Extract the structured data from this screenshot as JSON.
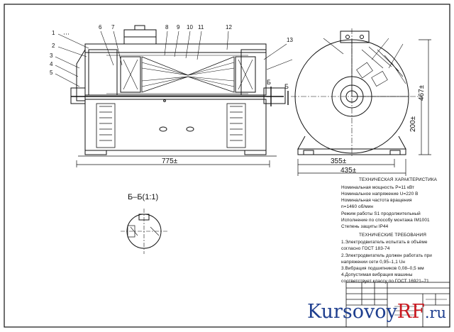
{
  "sheet": {
    "stroke": "#111111",
    "background": "#ffffff"
  },
  "side_view": {
    "dim_length": "775±",
    "leaders": [
      "1",
      "2",
      "3",
      "4",
      "5",
      "6",
      "7",
      "8",
      "9",
      "10",
      "11",
      "12",
      "13"
    ],
    "label_left_section": "Б",
    "label_left_section_2": "Б"
  },
  "end_view": {
    "dim_width_inner": "355±",
    "dim_width_outer": "435±",
    "dim_height_axis": "200±",
    "dim_height_total": "467±"
  },
  "section_view": {
    "title": "Б–Б(1:1)"
  },
  "tech_spec": {
    "title": "ТЕХНИЧЕСКАЯ ХАРАКТЕРИСТИКА",
    "lines": [
      "Номинальная мощность Р=11 кВт",
      "Номинальное напряжение U=220 В",
      "Номинальная частота вращения",
      "n=1460 об/мин",
      "Режим работы S1 продолжительный",
      "Исполнение по способу монтажа IМ1001",
      "Степень защиты IP44"
    ]
  },
  "tech_req": {
    "title": "ТЕХНИЧЕСКИЕ ТРЕБОВАНИЯ",
    "lines": [
      "1.Электродвигатель испытать в объёме",
      "согласно ГОСТ 183-74",
      "2.Электродвигатель должен работать при",
      "напряжении сети 0,95–1,1 Uн",
      "3.Вибрация подшипников 0,08–0,5 мм",
      "4.Допустимая вибрация машины",
      "соответствует классу по ГОСТ 16921–71"
    ]
  },
  "watermark": {
    "part1": "Kursovoy",
    "part2": "RF",
    "part3": ".ru",
    "color_primary": "#1f3f8f",
    "color_accent": "#c8161d"
  }
}
